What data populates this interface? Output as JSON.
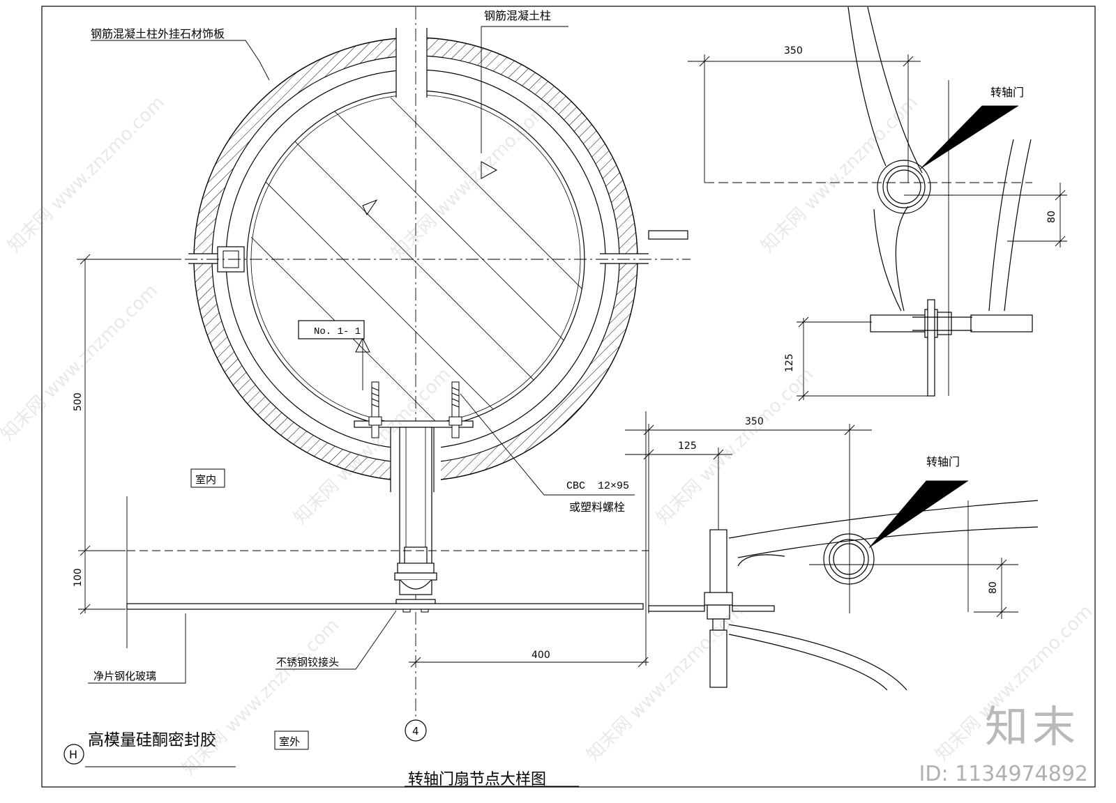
{
  "labels": {
    "column_stone_panel": "钢筋混凝土柱外挂石材饰板",
    "rc_column": "钢筋混凝土柱",
    "pivot_door_top": "转轴门",
    "pivot_door_bottom": "转轴门",
    "anchor_bolt_line1": "CBC  12×95",
    "anchor_bolt_line2": "或塑料螺栓",
    "indoor": "室内",
    "outdoor": "室外",
    "stainless_hinge": "不锈钢铰接头",
    "tempered_glass": "净片钢化玻璃",
    "sealant": "高模量硅酮密封胶",
    "section_tag": "No. 1- 1",
    "axis_marker": "4",
    "h_marker": "H",
    "title": "转轴门扇节点大样图"
  },
  "dimensions": {
    "top_width": "350",
    "top_offset": "80",
    "top_height": "125",
    "mid_width": "350",
    "mid_offset": "125",
    "right_offset": "80",
    "left_height": "500",
    "left_small": "100",
    "bottom_width": "400"
  },
  "watermark": {
    "text": "知末网 www.znzmo.com",
    "brand": "知末",
    "id": "ID: 1134974892"
  }
}
